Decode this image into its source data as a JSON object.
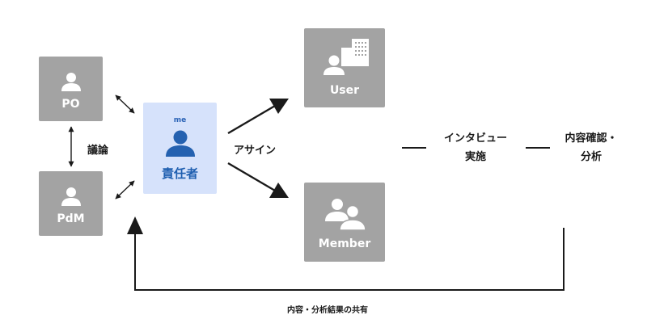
{
  "nodes": {
    "po": {
      "label": "PO"
    },
    "pdm": {
      "label": "PdM"
    },
    "me": {
      "tag": "me",
      "label": "責任者"
    },
    "user": {
      "label": "User"
    },
    "member": {
      "label": "Member"
    }
  },
  "edges": {
    "discussion": "議論",
    "assign": "アサイン",
    "interview": [
      "インタビュー",
      "実施"
    ],
    "review": [
      "内容確認・",
      "分析"
    ],
    "feedback": "内容・分析結果の共有"
  },
  "icons": {
    "person": "person-icon",
    "people": "people-icon",
    "building": "building-icon"
  },
  "colors": {
    "box_gray": "#a3a3a3",
    "me_bg": "#d6e2fb",
    "me_accent": "#1f5fb0",
    "line": "#1a1a1a"
  }
}
